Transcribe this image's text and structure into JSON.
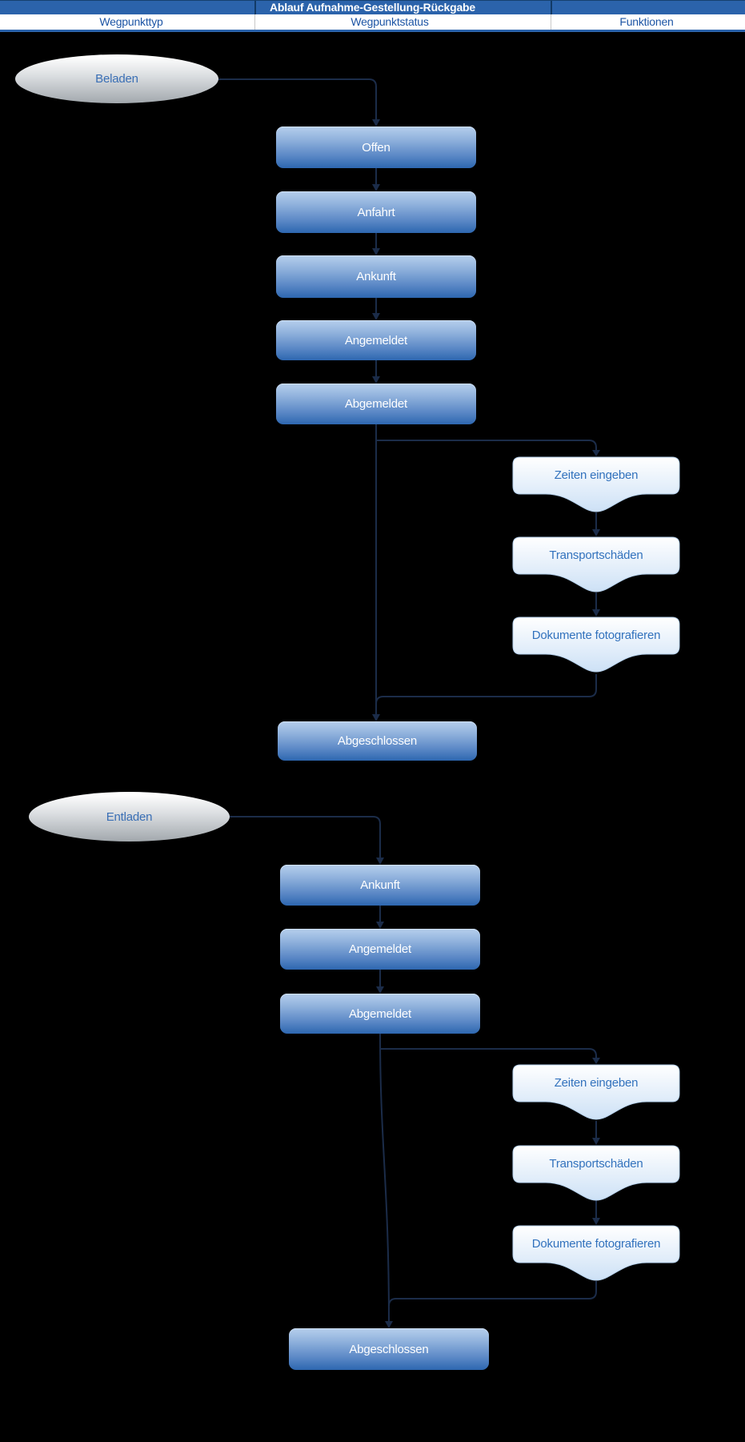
{
  "header": {
    "title": "Ablauf Aufnahme-Gestellung-Rückgabe",
    "columns": [
      "Wegpunkttyp",
      "Wegpunktstatus",
      "Funktionen"
    ]
  },
  "flows": [
    {
      "type": "Beladen",
      "statuses": [
        "Offen",
        "Anfahrt",
        "Ankunft",
        "Angemeldet",
        "Abgemeldet"
      ],
      "functions": [
        "Zeiten eingeben",
        "Transportschäden",
        "Dokumente fotografieren"
      ],
      "final_status": "Abgeschlossen"
    },
    {
      "type": "Entladen",
      "statuses": [
        "Ankunft",
        "Angemeldet",
        "Abgemeldet"
      ],
      "functions": [
        "Zeiten eingeben",
        "Transportschäden",
        "Dokumente fotografieren"
      ],
      "final_status": "Abgeschlossen"
    }
  ],
  "colors": {
    "background": "#000000",
    "header_bar": "#2b63ab",
    "header_title_text": "#ffffff",
    "column_label_text": "#1d55a5",
    "status_box_top": "#b6cfed",
    "status_box_bottom": "#2d67b0",
    "status_box_text": "#ffffff",
    "function_banner_top": "#ffffff",
    "function_banner_bottom": "#cde1f6",
    "shape_label_text": "#3272bd",
    "ellipse_top": "#fdfdfd",
    "ellipse_bottom": "#a2a8ad",
    "connector": "#1b2c49"
  }
}
